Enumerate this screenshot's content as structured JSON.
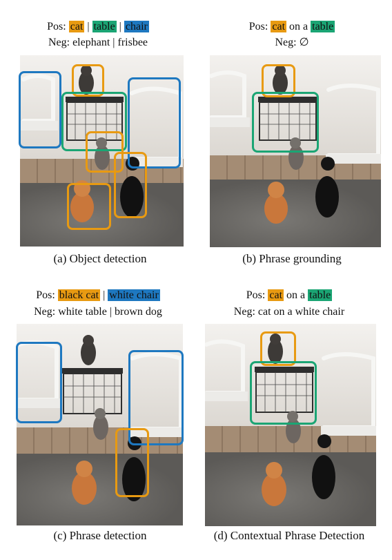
{
  "colors": {
    "cat": "#E89A12",
    "table": "#1BA574",
    "chair": "#1E78C0"
  },
  "panels": [
    {
      "pos_label": "Pos:",
      "pos_terms": [
        "cat",
        "table",
        "chair"
      ],
      "sep": "|",
      "neg_label": "Neg:",
      "neg_terms": [
        "elephant",
        "frisbee"
      ],
      "caption": "(a) Object detection"
    },
    {
      "pos_label": "Pos:",
      "pos_term_1": "cat",
      "pos_join": "on a",
      "pos_term_2": "table",
      "neg_label": "Neg:",
      "neg_text": "∅",
      "caption": "(b) Phrase grounding"
    },
    {
      "pos_label": "Pos:",
      "pos_terms": [
        "black cat",
        "white chair"
      ],
      "sep": "|",
      "neg_label": "Neg:",
      "neg_terms": [
        "white table",
        "brown dog"
      ],
      "caption": "(c) Phrase detection"
    },
    {
      "pos_label": "Pos:",
      "pos_term_1": "cat",
      "pos_join": "on a",
      "pos_term_2": "table",
      "neg_label": "Neg:",
      "neg_text": "cat on a white chair",
      "caption": "(d) Contextual Phrase Detection"
    }
  ]
}
